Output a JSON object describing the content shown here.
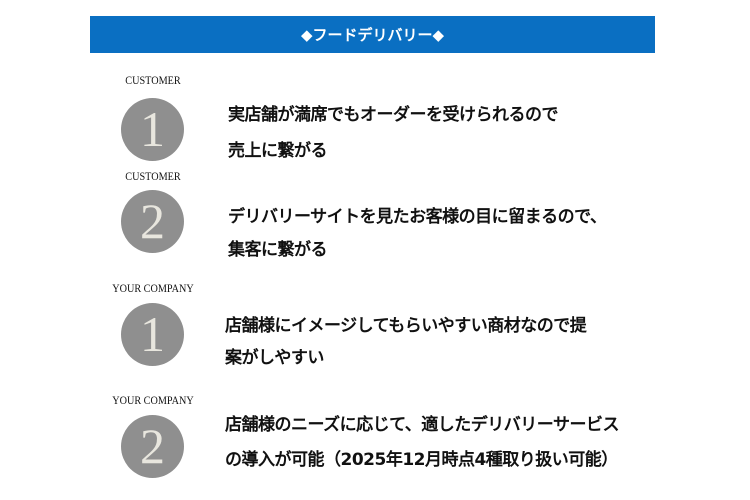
{
  "banner": {
    "title": "◆フードデリバリー◆",
    "color": "#0a6fc2"
  },
  "items": [
    {
      "label": "CUSTOMER",
      "number": "1",
      "lines": [
        "実店舗が満席でもオーダーを受けられるので",
        "売上に繋がる"
      ]
    },
    {
      "label": "CUSTOMER",
      "number": "2",
      "lines": [
        "デリバリーサイトを見たお客様の目に留まるので、",
        "集客に繋がる"
      ]
    },
    {
      "label": "YOUR COMPANY",
      "number": "1",
      "lines": [
        "店舗様にイメージしてもらいやすい商材なので提",
        "案がしやすい"
      ]
    },
    {
      "label": "YOUR COMPANY",
      "number": "2",
      "lines": [
        "店舗様のニーズに応じて、適したデリバリーサービス",
        "の導入が可能（2025年12月時点4種取り扱い可能）"
      ]
    }
  ]
}
